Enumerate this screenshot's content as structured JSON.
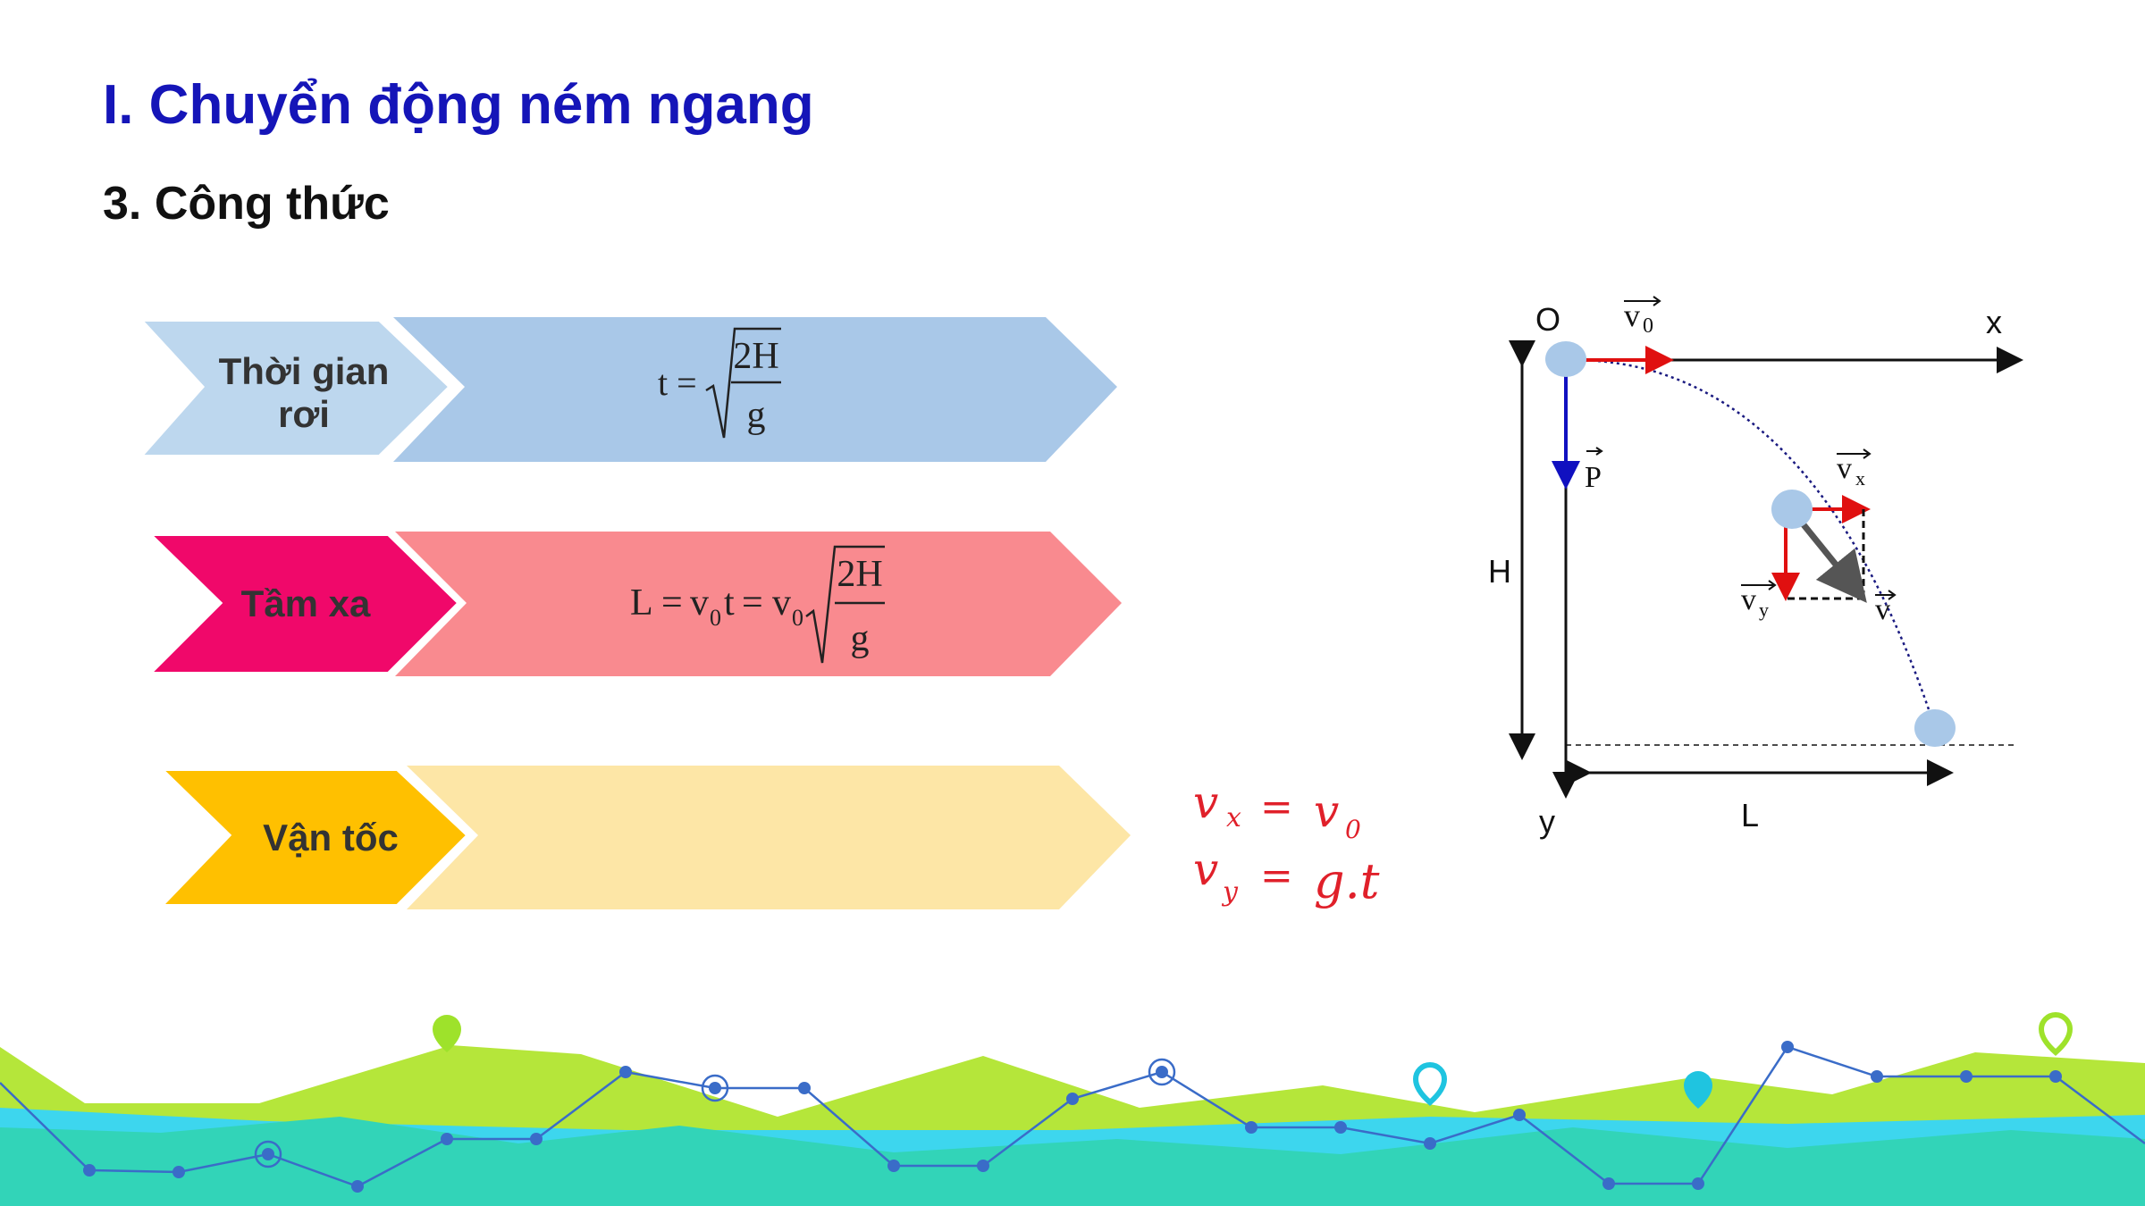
{
  "title": "I. Chuyển động ném ngang",
  "subtitle": "3. Công thức",
  "rows": [
    {
      "label_lines": [
        "Thời gian",
        "rơi"
      ],
      "formula": {
        "lhs": "t =",
        "numerator": "2H",
        "denominator": "g"
      },
      "colors": {
        "tag": "#bdd7ee",
        "body": "#a9c8e8",
        "text": "#333333"
      }
    },
    {
      "label_lines": [
        "Tầm xa"
      ],
      "formula": {
        "lhs1": "L",
        "eq": "=",
        "v": "v",
        "sub0": "0",
        "t": "t",
        "numerator": "2H",
        "denominator": "g"
      },
      "colors": {
        "tag": "#f0086a",
        "body": "#f98a8f",
        "text": "#333333"
      }
    },
    {
      "label_lines": [
        "Vận tốc"
      ],
      "formula": {},
      "colors": {
        "tag": "#ffc000",
        "body": "#fde6a6",
        "text": "#333333"
      }
    }
  ],
  "handwriting": {
    "line1": {
      "v": "v",
      "sub": "x",
      "eq": "=",
      "rhs": "v",
      "rhs_sub": "0"
    },
    "line2": {
      "v": "v",
      "sub": "y",
      "eq": "=",
      "rhs": "g.t"
    },
    "color": "#e0202a"
  },
  "diagram": {
    "labels": {
      "origin": "O",
      "x_axis": "x",
      "y_axis": "y",
      "height": "H",
      "range": "L",
      "v0": "v",
      "v0_sub": "0",
      "vx": "v",
      "vx_sub": "x",
      "vy": "v",
      "vy_sub": "y",
      "v": "v",
      "p": "P"
    },
    "colors": {
      "ball": "#a9c8e8",
      "red": "#e01010",
      "blue": "#1010c0",
      "arrow": "#555555"
    }
  }
}
